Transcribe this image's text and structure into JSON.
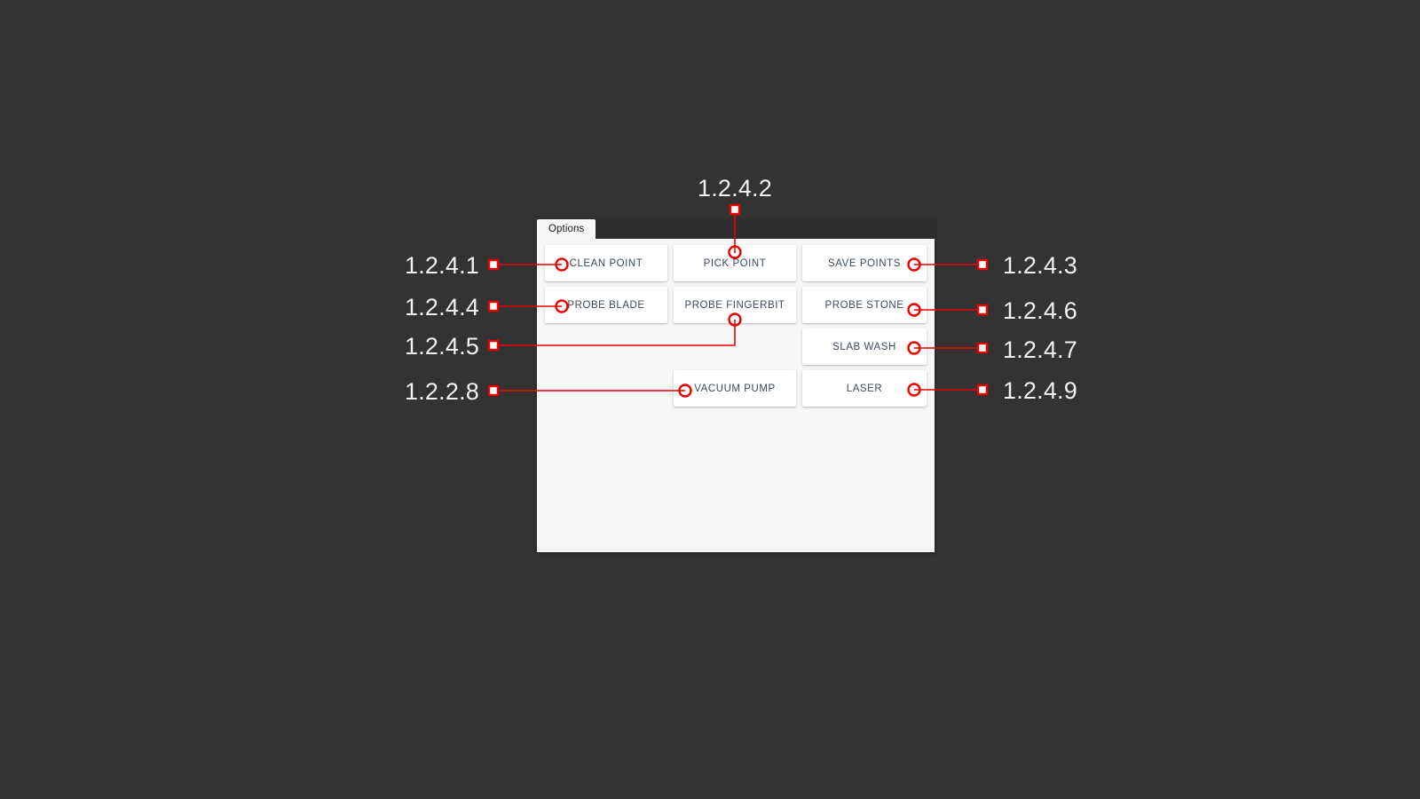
{
  "background_color": "#333333",
  "accent_color": "#ee0000",
  "panel": {
    "tab_label": "Options",
    "background_color": "#f7f7f7",
    "tabstrip_color": "#2e2e2e"
  },
  "buttons": [
    {
      "id": "clean-point",
      "label": "CLEAN POINT",
      "col": 1,
      "row": 1
    },
    {
      "id": "pick-point",
      "label": "PICK POINT",
      "col": 2,
      "row": 1
    },
    {
      "id": "save-points",
      "label": "SAVE POINTS",
      "col": 3,
      "row": 1
    },
    {
      "id": "probe-blade",
      "label": "PROBE BLADE",
      "col": 1,
      "row": 2
    },
    {
      "id": "probe-fingerbit",
      "label": "PROBE FINGERBIT",
      "col": 2,
      "row": 2
    },
    {
      "id": "probe-stone",
      "label": "PROBE STONE",
      "col": 3,
      "row": 2
    },
    {
      "id": "slab-wash",
      "label": "SLAB WASH",
      "col": 3,
      "row": 3
    },
    {
      "id": "vacuum-pump",
      "label": "VACUUM PUMP",
      "col": 2,
      "row": 4
    },
    {
      "id": "laser",
      "label": "LASER",
      "col": 3,
      "row": 4
    }
  ],
  "callouts": [
    {
      "id": "c1",
      "number": "1.2.4.1",
      "target": "CLEAN POINT",
      "side": "left"
    },
    {
      "id": "c2",
      "number": "1.2.4.2",
      "target": "PICK POINT",
      "side": "top"
    },
    {
      "id": "c3",
      "number": "1.2.4.3",
      "target": "SAVE POINTS",
      "side": "right"
    },
    {
      "id": "c4",
      "number": "1.2.4.4",
      "target": "PROBE BLADE",
      "side": "left"
    },
    {
      "id": "c5",
      "number": "1.2.4.5",
      "target": "PROBE FINGERBIT",
      "side": "left"
    },
    {
      "id": "c6",
      "number": "1.2.4.6",
      "target": "PROBE STONE",
      "side": "right"
    },
    {
      "id": "c7",
      "number": "1.2.4.7",
      "target": "SLAB WASH",
      "side": "right"
    },
    {
      "id": "c8",
      "number": "1.2.2.8",
      "target": "VACUUM PUMP",
      "side": "left"
    },
    {
      "id": "c9",
      "number": "1.2.4.9",
      "target": "LASER",
      "side": "right"
    }
  ]
}
